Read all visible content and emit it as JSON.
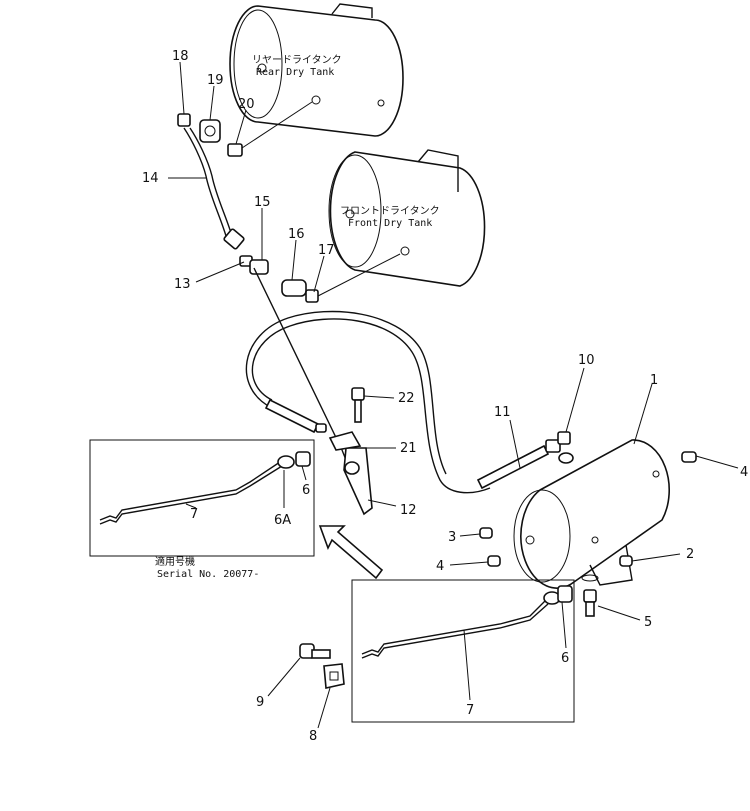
{
  "tanks": {
    "rear_jp": "リヤードライタンク",
    "rear_en": "Rear Dry Tank",
    "front_jp": "フロントドライタンク",
    "front_en": "Front Dry Tank"
  },
  "serial": {
    "jp": "適用号機",
    "en": "Serial No. 20077-"
  },
  "callouts": {
    "c1": "1",
    "c2": "2",
    "c3": "3",
    "c4a": "4",
    "c4b": "4",
    "c5": "5",
    "c6a": "6",
    "c6b": "6",
    "c6A": "6A",
    "c7a": "7",
    "c7b": "7",
    "c8": "8",
    "c9": "9",
    "c10": "10",
    "c11": "11",
    "c12": "12",
    "c13": "13",
    "c14": "14",
    "c15": "15",
    "c16": "16",
    "c17": "17",
    "c18": "18",
    "c19": "19",
    "c20": "20",
    "c21": "21",
    "c22": "22"
  }
}
